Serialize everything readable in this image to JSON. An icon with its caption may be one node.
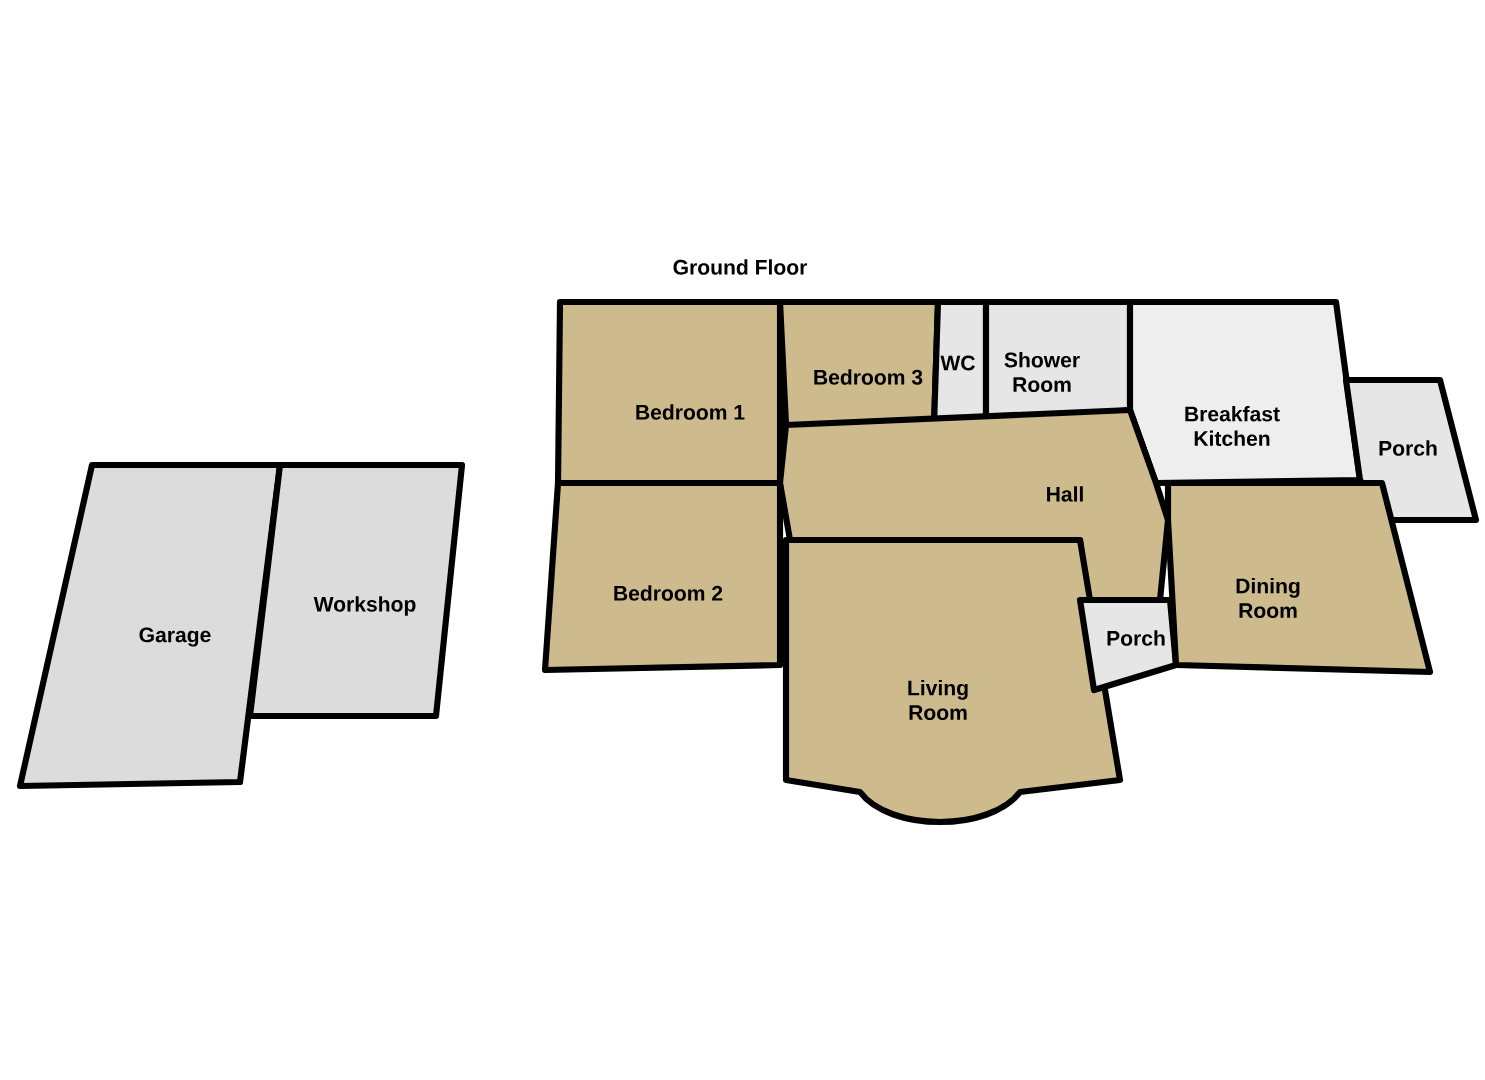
{
  "diagram": {
    "title": "Ground Floor",
    "nodes": [
      {
        "text": [
          "Garage"
        ]
      },
      {
        "text": [
          "Workshop"
        ]
      },
      {
        "text": [
          "Bedroom 1"
        ]
      },
      {
        "text": [
          "Bedroom 3"
        ]
      },
      {
        "text": [
          "WC"
        ]
      },
      {
        "text": [
          "Shower Room"
        ]
      },
      {
        "text": [
          "Breakfast Kitchen"
        ]
      },
      {
        "text": [
          "Porch"
        ]
      },
      {
        "text": [
          "Hall"
        ]
      },
      {
        "text": [
          "Bedroom 2"
        ]
      },
      {
        "text": [
          "Living Room"
        ]
      },
      {
        "text": [
          "Porch"
        ]
      },
      {
        "text": [
          "Dining Room"
        ]
      }
    ]
  }
}
